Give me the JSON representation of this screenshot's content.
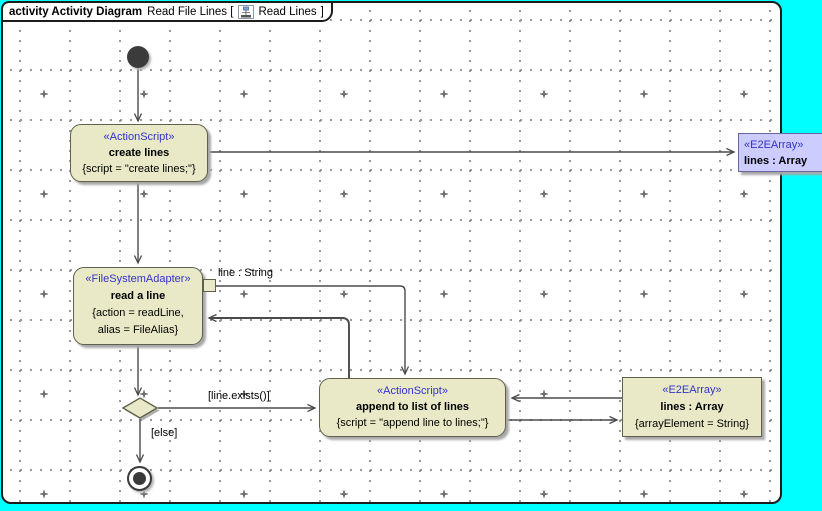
{
  "header": {
    "kind_label": "activity Activity Diagram",
    "context_prefix": "Read File Lines [",
    "ref_label": "Read Lines",
    "context_suffix": "]"
  },
  "colors": {
    "outside_bg": "#00ffff",
    "canvas_bg": "#ffffff",
    "frame_border": "#1c1c1c",
    "grid_dot": "#8f8f8f",
    "action_fill": "#e9e9c8",
    "action_border": "#60604c",
    "object_fill": "#ccccff",
    "object_border": "#6868a0",
    "stereotype_text": "#3333cc",
    "node_text": "#000000",
    "edge": "#4a4a4a",
    "shadow": "#a8a8a8"
  },
  "nodes": {
    "create_lines": {
      "stereotype": "«ActionScript»",
      "name": "create lines",
      "prop1": "{script = \"create lines;\"}"
    },
    "lines_array_top": {
      "stereotype": "«E2EArray»",
      "name": "lines : Array"
    },
    "read_a_line": {
      "stereotype": "«FileSystemAdapter»",
      "name": "read a line",
      "prop1": "{action = readLine,",
      "prop2": "alias = FileAlias}"
    },
    "append_to_list": {
      "stereotype": "«ActionScript»",
      "name": "append to list of lines",
      "prop1": "{script = \"append line to lines;\"}"
    },
    "lines_array_right": {
      "stereotype": "«E2EArray»",
      "name": "lines : Array",
      "prop1": "{arrayElement = String}"
    }
  },
  "labels": {
    "pin": "line : String",
    "guard_exists": "[line.exists()]",
    "guard_else": "[else]"
  }
}
